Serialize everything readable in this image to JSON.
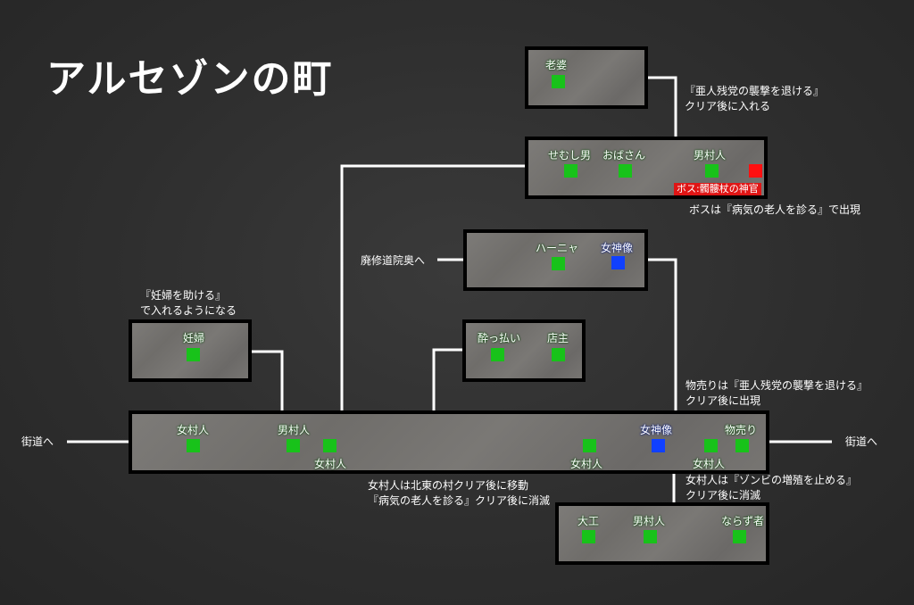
{
  "title": "アルセゾンの町",
  "rooms": {
    "elder": {
      "npcs": [
        "老婆"
      ]
    },
    "north": {
      "npcs": [
        "せむし男",
        "おばさん",
        "男村人"
      ],
      "boss": "ボス:髑髏杖の神官"
    },
    "harniya": {
      "npcs": [
        "ハーニャ",
        "女神像"
      ]
    },
    "tavern": {
      "npcs": [
        "酔っ払い",
        "店主"
      ]
    },
    "pregnant": {
      "npcs": [
        "妊婦"
      ]
    },
    "main": {
      "npcs": [
        "女村人",
        "男村人",
        "女村人",
        "女村人",
        "女神像",
        "女村人",
        "物売り"
      ]
    },
    "south": {
      "npcs": [
        "大工",
        "男村人",
        "ならず者"
      ]
    }
  },
  "notes": {
    "elder": "『亜人残党の襲撃を退ける』\nクリア後に入れる",
    "boss": "ボスは『病気の老人を診る』で出現",
    "monastery": "廃修道院奥へ",
    "pregnant": "『妊婦を助ける』\nで入れるようになる",
    "merchant": "物売りは『亜人残党の襲撃を退ける』\nクリア後に出現",
    "road_left": "街道へ",
    "road_right": "街道へ",
    "villager_move": "女村人は北東の村クリア後に移動\n『病気の老人を診る』クリア後に消滅",
    "villager_zombie": "女村人は『ゾンビの増殖を止める』\nクリア後に消滅"
  },
  "colors": {
    "npc": "#18c21a",
    "statue": "#1040ff",
    "boss": "#ff1010",
    "room": "#767471",
    "line": "#ffffff"
  }
}
